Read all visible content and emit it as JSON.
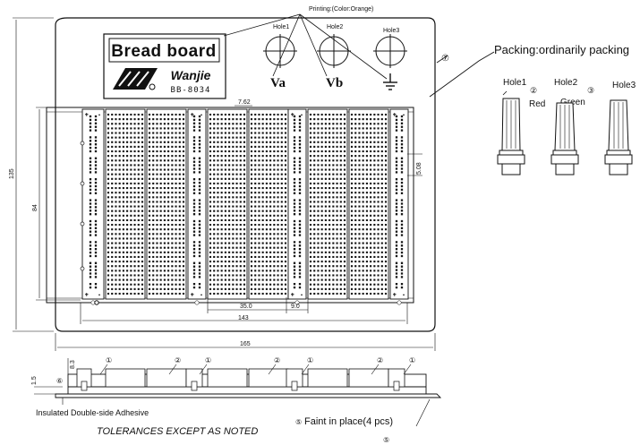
{
  "printing_note": "Printing:(Color:Orange)",
  "logo": {
    "title": "Bread board",
    "brand": "Wanjie",
    "model": "BB-8034"
  },
  "holes": [
    {
      "label": "Hole1",
      "sub": "Va"
    },
    {
      "label": "Hole2",
      "sub": "Vb"
    },
    {
      "label": "Hole3",
      "sub": ""
    }
  ],
  "packing": "Packing:ordinarily packing",
  "posts": [
    {
      "label": "Hole1",
      "num": "②",
      "color": "Red"
    },
    {
      "label": "Hole2",
      "num": "③",
      "color": "Green"
    },
    {
      "label": "Hole3",
      "num": "",
      "color": ""
    }
  ],
  "callout_7": "⑦",
  "dimensions": {
    "pitch": "7.62",
    "row": "5.08",
    "height_outer": "135",
    "height_inner": "84",
    "span_35": "35.0",
    "span_9": "9.0",
    "width_143": "143",
    "width_165": "165",
    "side_83": "8.3",
    "side_15": "1.5"
  },
  "side_callouts": [
    "①",
    "②",
    "①",
    "②",
    "①",
    "②",
    "①"
  ],
  "callout_6": "⑥",
  "callout_5": "⑤",
  "adhesive": "Insulated Double-side Adhesive",
  "tolerance": "TOLERANCES EXCEPT AS NOTED",
  "faint": "Faint in place(4 pcs)",
  "faint_num": "⑤",
  "colors": {
    "ink": "#111111",
    "paper": "#ffffff"
  }
}
